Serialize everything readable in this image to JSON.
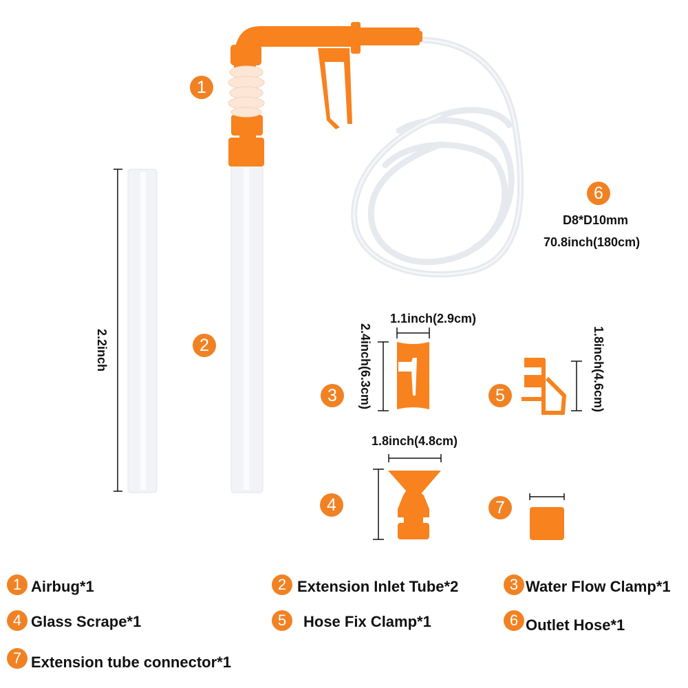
{
  "parts": [
    {
      "number": "1",
      "name": "Airbug*1"
    },
    {
      "number": "2",
      "name": "Extension Inlet Tube*2"
    },
    {
      "number": "3",
      "name": "Water Flow Clamp*1"
    },
    {
      "number": "4",
      "name": "Glass Scrape*1"
    },
    {
      "number": "5",
      "name": "Hose Fix Clamp*1"
    },
    {
      "number": "6",
      "name": "Outlet Hose*1"
    },
    {
      "number": "7",
      "name": "Extension tube connector*1"
    }
  ],
  "dimensions": {
    "tube_length": "2.2inch",
    "hose_diameter": "D8*D10mm",
    "hose_length": "70.8inch(180cm)",
    "clamp3_width": "1.1inch(2.9cm)",
    "clamp3_height": "2.4inch(6.3cm)",
    "clamp5_height": "1.8inch(4.6cm)",
    "scraper_width": "1.8inch(4.8cm)"
  },
  "colors": {
    "accent": "#f08224",
    "part_orange": "#f7821e",
    "text": "#111111"
  }
}
